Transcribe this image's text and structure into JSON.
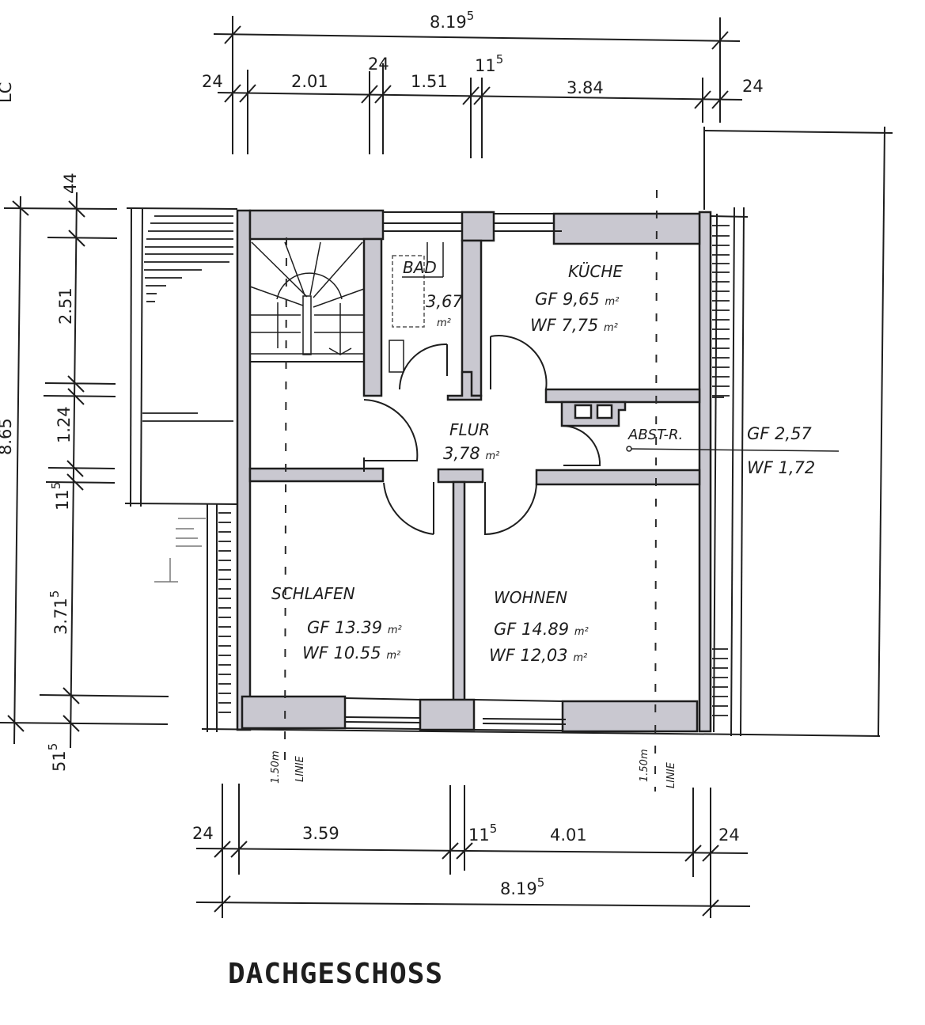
{
  "drawing": {
    "title": "DACHGESCHOSS",
    "colors": {
      "wall_fill": "#c9c8d0",
      "ink": "#1e1e1e",
      "background": "#ffffff"
    },
    "edge_fragment": "LC"
  },
  "dimensions": {
    "top": {
      "overall": {
        "value": "8.19",
        "sup": "5"
      },
      "segments": [
        {
          "value": "24",
          "sup": ""
        },
        {
          "value": "2.01",
          "sup": ""
        },
        {
          "value": "24",
          "sup": ""
        },
        {
          "value": "1.51",
          "sup": ""
        },
        {
          "value": "11",
          "sup": "5"
        },
        {
          "value": "3.84",
          "sup": ""
        },
        {
          "value": "24",
          "sup": ""
        }
      ]
    },
    "bottom": {
      "overall": {
        "value": "8.19",
        "sup": "5"
      },
      "segments": [
        {
          "value": "24",
          "sup": ""
        },
        {
          "value": "3.59",
          "sup": ""
        },
        {
          "value": "11",
          "sup": "5"
        },
        {
          "value": "4.01",
          "sup": ""
        },
        {
          "value": "24",
          "sup": ""
        }
      ]
    },
    "left": {
      "overall": {
        "value": "8.65",
        "sup": ""
      },
      "segments": [
        {
          "value": "44",
          "sup": ""
        },
        {
          "value": "2.51",
          "sup": ""
        },
        {
          "value": "1.24",
          "sup": ""
        },
        {
          "value": "11",
          "sup": "5"
        },
        {
          "value": "3.71",
          "sup": "5"
        },
        {
          "value": "51",
          "sup": "5"
        }
      ]
    }
  },
  "rooms": [
    {
      "name": "BAD",
      "area": "3,67",
      "unit": "m²"
    },
    {
      "name": "KÜCHE",
      "gf": "GF 9,65",
      "wf": "WF 7,75",
      "unit": "m²"
    },
    {
      "name": "FLUR",
      "area": "3,78",
      "unit": "m²"
    },
    {
      "name": "ABST-R.",
      "gf": "GF 2,57",
      "wf": "WF 1,72"
    },
    {
      "name": "SCHLAFEN",
      "gf": "GF 13.39",
      "wf": "WF 10.55",
      "unit": "m²"
    },
    {
      "name": "WOHNEN",
      "gf": "GF 14.89",
      "wf": "WF 12,03",
      "unit": "m²"
    }
  ],
  "annotations": {
    "line_left": {
      "value": "1.50m",
      "label": "LINIE"
    },
    "line_right": {
      "value": "1.50m",
      "label": "LINIE"
    }
  }
}
